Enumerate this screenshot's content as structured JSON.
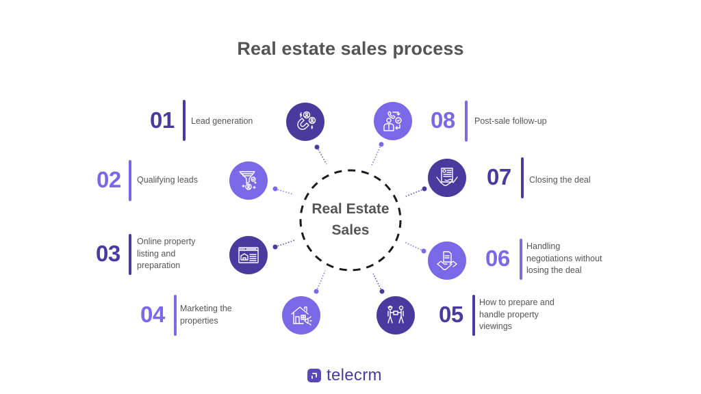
{
  "title": "Real estate sales process",
  "center": {
    "line1": "Real Estate",
    "line2": "Sales"
  },
  "colors": {
    "dark": "#4B3A9E",
    "light": "#7B68E6",
    "text": "#555555",
    "dashed": "#1a1a1a"
  },
  "steps": [
    {
      "num": "01",
      "label_lines": [
        "Lead generation"
      ],
      "tone": "dark",
      "icon": "magnet-leads-icon"
    },
    {
      "num": "02",
      "label_lines": [
        "Qualifying leads"
      ],
      "tone": "light",
      "icon": "funnel-icon"
    },
    {
      "num": "03",
      "label_lines": [
        "Online property",
        "listing and",
        "preparation"
      ],
      "tone": "dark",
      "icon": "web-listing-icon"
    },
    {
      "num": "04",
      "label_lines": [
        "Marketing the",
        "properties"
      ],
      "tone": "light",
      "icon": "house-megaphone-icon"
    },
    {
      "num": "05",
      "label_lines": [
        "How to prepare and",
        "handle property",
        "viewings"
      ],
      "tone": "dark",
      "icon": "people-handover-icon"
    },
    {
      "num": "06",
      "label_lines": [
        "Handling",
        "negotiations without",
        "losing the deal"
      ],
      "tone": "light",
      "icon": "handshake-document-icon"
    },
    {
      "num": "07",
      "label_lines": [
        "Closing the deal"
      ],
      "tone": "dark",
      "icon": "contract-handshake-icon"
    },
    {
      "num": "08",
      "label_lines": [
        "Post-sale follow-up"
      ],
      "tone": "light",
      "icon": "call-followup-icon"
    }
  ],
  "logo": {
    "text": "telecrm"
  }
}
